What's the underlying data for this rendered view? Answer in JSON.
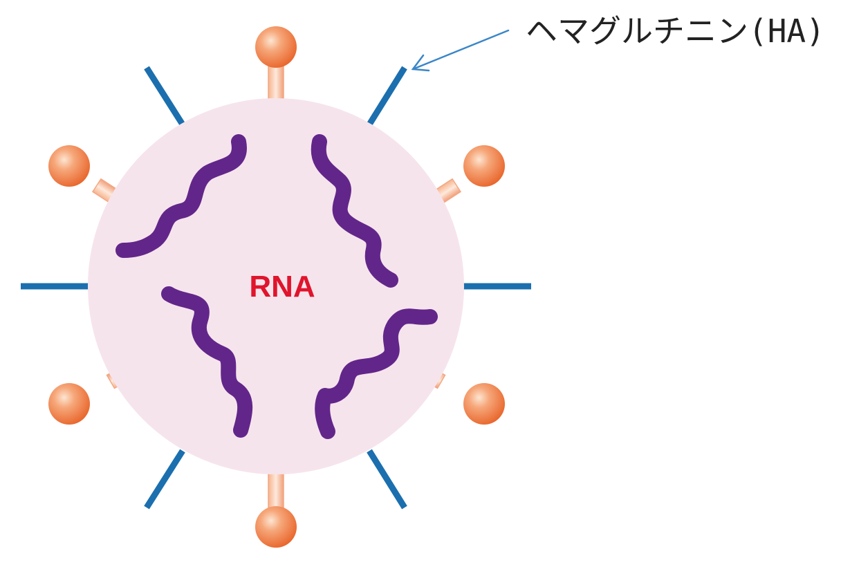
{
  "labels": {
    "rna": "RNA",
    "ha": "ヘマグルチニン(HA)"
  },
  "colors": {
    "background": "#ffffff",
    "virion_body": "#f6e4ec",
    "rna_strand": "#62268a",
    "rna_label": "#e0142c",
    "ha_spike": "#1b6fae",
    "na_stalk": "#f0a27a",
    "na_ball": "#ee7434",
    "pointer_arrow": "#3a86c8",
    "ha_label_text": "#222222"
  },
  "icons": {
    "virion": "influenza-virus-particle",
    "spike": "hemagglutinin-spike",
    "knob": "knobbed-surface-protein",
    "strand": "rna-strand"
  }
}
